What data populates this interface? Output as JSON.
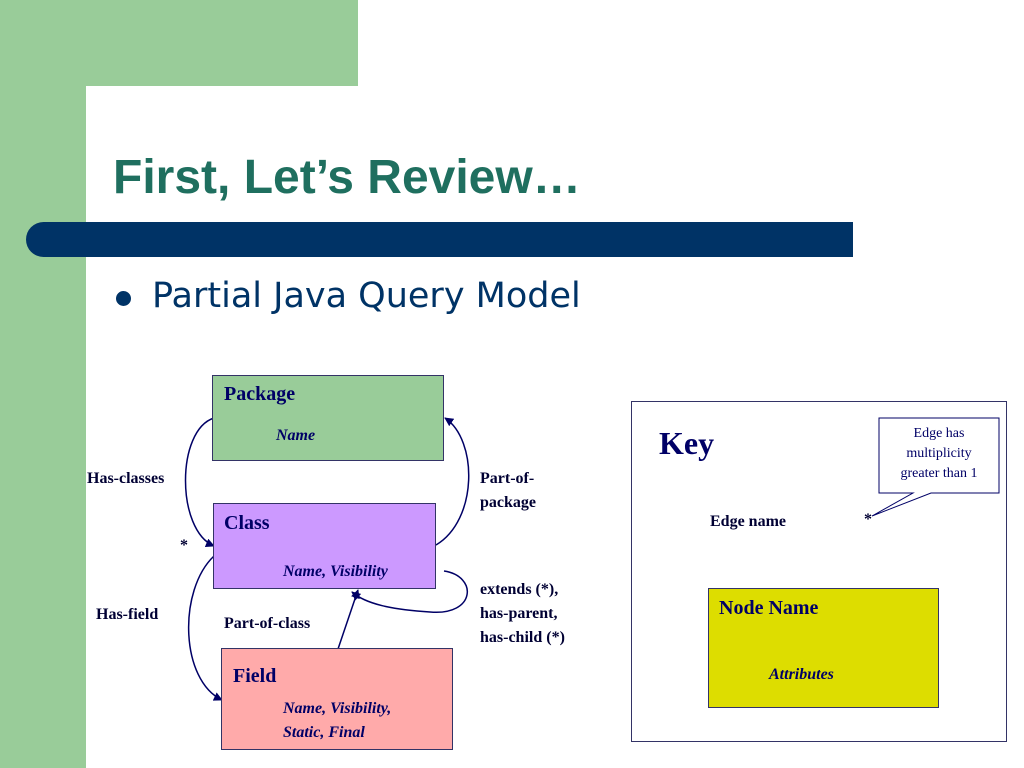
{
  "slide": {
    "title": "First, Let’s Review…",
    "bullet": "Partial Java Query Model"
  },
  "diagram": {
    "nodes": {
      "package": {
        "name": "Package",
        "attributes": "Name"
      },
      "class": {
        "name": "Class",
        "attributes": "Name, Visibility"
      },
      "field": {
        "name": "Field",
        "attributes_line1": "Name, Visibility,",
        "attributes_line2": "Static, Final"
      }
    },
    "edges": {
      "has_classes": "Has-classes",
      "has_classes_multiplicity": "*",
      "has_field": "Has-field",
      "part_of_package_line1": "Part-of-",
      "part_of_package_line2": "package",
      "part_of_class": "Part-of-class",
      "extends_line1": "extends (*),",
      "extends_line2": "has-parent,",
      "extends_line3": "has-child (*)"
    },
    "key": {
      "title": "Key",
      "edge_name": "Edge name",
      "edge_multiplicity": "*",
      "node_name": "Node Name",
      "node_attributes": "Attributes",
      "callout_line1": "Edge has",
      "callout_line2": "multiplicity",
      "callout_line3": "greater than 1"
    }
  },
  "colors": {
    "background_green": "#99cc99",
    "title_teal": "#1f6f5f",
    "navy": "#003366",
    "package_fill": "#99cc99",
    "class_fill": "#cc99ff",
    "field_fill": "#ffaaaa",
    "key_node_fill": "#dddd00"
  }
}
